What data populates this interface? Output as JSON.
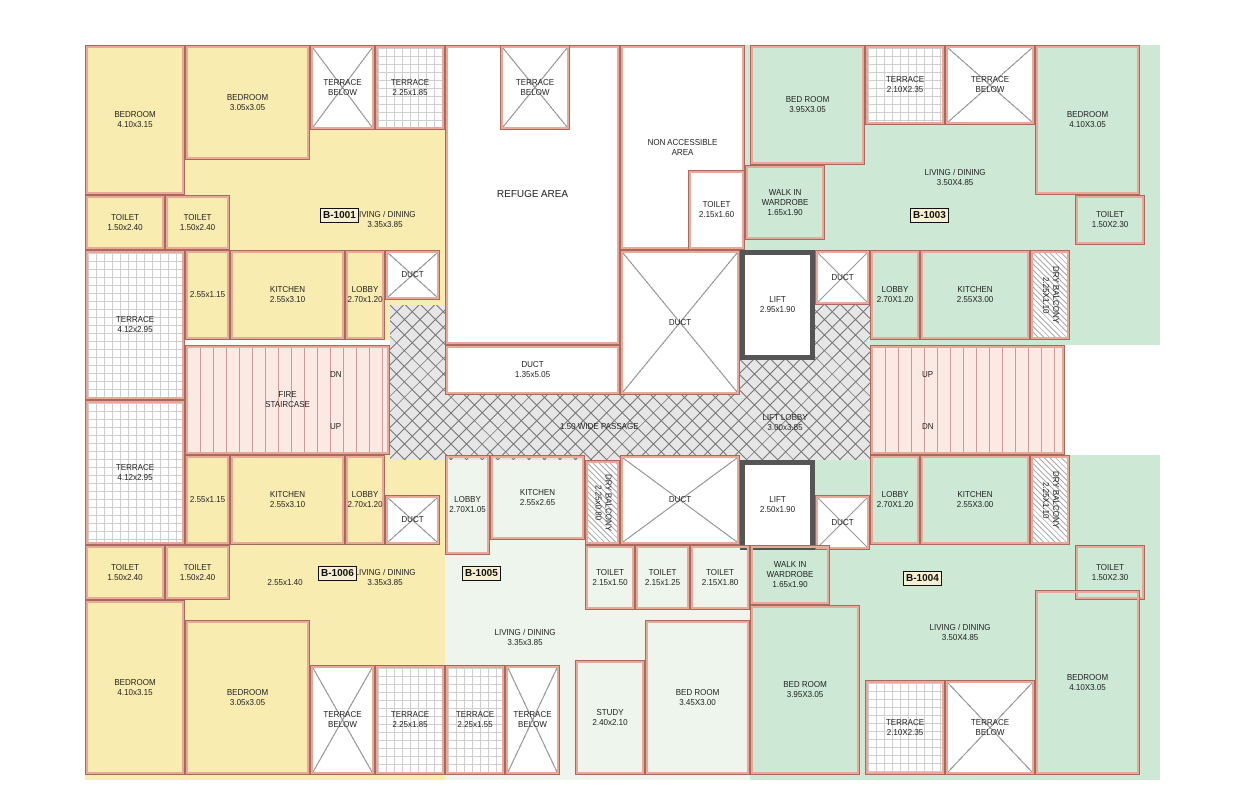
{
  "colors": {
    "unit_a": "#f9ecb0",
    "unit_b": "#cde8d4",
    "unit_c": "#eef5ec",
    "wall": "#eaa898",
    "glazing": "#3ab0d0"
  },
  "units": {
    "b1001": "B-1001",
    "b1003": "B-1003",
    "b1006": "B-1006",
    "b1005": "B-1005",
    "b1004": "B-1004"
  },
  "rooms": {
    "bed1": {
      "name": "BEDROOM",
      "dim": "4.10x3.15"
    },
    "bed2": {
      "name": "BEDROOM",
      "dim": "3.05x3.05"
    },
    "tb1": {
      "name": "TERRACE\nBELOW",
      "dim": ""
    },
    "t1": {
      "name": "TERRACE",
      "dim": "2.25x1.85"
    },
    "living1": {
      "name": "LIVING / DINING",
      "dim": "3.35x3.85"
    },
    "toilet1a": {
      "name": "TOILET",
      "dim": "1.50x2.40"
    },
    "toilet1b": {
      "name": "TOILET",
      "dim": "1.50x2.40"
    },
    "kitchen1": {
      "name": "KITCHEN",
      "dim": "2.55x3.10"
    },
    "pass1": {
      "name": "",
      "dim": "2.55x1.15"
    },
    "lobby1": {
      "name": "LOBBY",
      "dim": "2.70x1.20"
    },
    "duct1": {
      "name": "DUCT",
      "dim": ""
    },
    "terrL1": {
      "name": "TERRACE",
      "dim": "4.12x2.95"
    },
    "terrL2": {
      "name": "TERRACE",
      "dim": "4.12x2.95"
    },
    "stairL": {
      "name": "FIRE\nSTAIRCASE",
      "dim": ""
    },
    "refuge": {
      "name": "REFUGE AREA",
      "dim": ""
    },
    "tbC": {
      "name": "TERRACE\nBELOW",
      "dim": ""
    },
    "nonacc": {
      "name": "NON ACCESSIBLE\nAREA",
      "dim": ""
    },
    "ductC1": {
      "name": "DUCT",
      "dim": ""
    },
    "ductC2": {
      "name": "DUCT",
      "dim": "1.35x5.05"
    },
    "passage": {
      "name": "1.50 WIDE PASSAGE",
      "dim": ""
    },
    "liftlobby": {
      "name": "LIFT LOBBY",
      "dim": "3.00x3.85"
    },
    "lift1": {
      "name": "LIFT",
      "dim": "2.95x1.90"
    },
    "lift2": {
      "name": "LIFT",
      "dim": "2.50x1.90"
    },
    "duct3": {
      "name": "DUCT",
      "dim": ""
    },
    "duct4": {
      "name": "DUCT",
      "dim": ""
    },
    "stairR": {
      "name": "",
      "dim": ""
    },
    "bedR1": {
      "name": "BED ROOM",
      "dim": "3.95X3.05"
    },
    "t3": {
      "name": "TERRACE",
      "dim": "2.10X2.35"
    },
    "tb3": {
      "name": "TERRACE\nBELOW",
      "dim": ""
    },
    "bedR2": {
      "name": "BEDROOM",
      "dim": "4.10X3.05"
    },
    "living3": {
      "name": "LIVING / DINING",
      "dim": "3.50X4.85"
    },
    "wardrobe3": {
      "name": "WALK IN\nWARDROBE",
      "dim": "1.65x1.90"
    },
    "toilet3a": {
      "name": "TOILET",
      "dim": "2.15x1.60"
    },
    "toilet3b": {
      "name": "TOILET",
      "dim": "1.50X2.30"
    },
    "lobby3": {
      "name": "LOBBY",
      "dim": "2.70X1.20"
    },
    "kitchen3": {
      "name": "KITCHEN",
      "dim": "2.55X3.00"
    },
    "dry3": {
      "name": "DRY BALCONY",
      "dim": "2.25X1.10"
    },
    "kitchen6": {
      "name": "KITCHEN",
      "dim": "2.55x3.10"
    },
    "pass6": {
      "name": "",
      "dim": "2.55x1.15"
    },
    "lobby6": {
      "name": "LOBBY",
      "dim": "2.70x1.20"
    },
    "duct6": {
      "name": "DUCT",
      "dim": ""
    },
    "toilet6a": {
      "name": "TOILET",
      "dim": "1.50x2.40"
    },
    "toilet6b": {
      "name": "TOILET",
      "dim": "1.50x2.40"
    },
    "small6": {
      "name": "",
      "dim": "2.55x1.40"
    },
    "living6": {
      "name": "LIVING / DINING",
      "dim": "3.35x3.85"
    },
    "bed6a": {
      "name": "BEDROOM",
      "dim": "4.10x3.15"
    },
    "bed6b": {
      "name": "BEDROOM",
      "dim": "3.05x3.05"
    },
    "tb6": {
      "name": "TERRACE\nBELOW",
      "dim": ""
    },
    "t6": {
      "name": "TERRACE",
      "dim": "2.25x1.85"
    },
    "lobby5": {
      "name": "LOBBY",
      "dim": "2.70X1.05"
    },
    "kitchen5": {
      "name": "KITCHEN",
      "dim": "2.55x2.65"
    },
    "dry5": {
      "name": "DRY BALCONY",
      "dim": "2.25x0.80"
    },
    "ductC3": {
      "name": "DUCT",
      "dim": ""
    },
    "toilet5a": {
      "name": "TOILET",
      "dim": "2.15x1.50"
    },
    "toilet5b": {
      "name": "TOILET",
      "dim": "2.15x1.25"
    },
    "living5": {
      "name": "LIVING / DINING",
      "dim": "3.35x3.85"
    },
    "study5": {
      "name": "STUDY",
      "dim": "2.40x2.10"
    },
    "bed5": {
      "name": "BED ROOM",
      "dim": "3.45X3.00"
    },
    "t5": {
      "name": "TERRACE",
      "dim": "2.25x1.55"
    },
    "tb5": {
      "name": "TERRACE\nBELOW",
      "dim": ""
    },
    "toilet4a": {
      "name": "TOILET",
      "dim": "2.15X1.80"
    },
    "wardrobe4": {
      "name": "WALK IN\nWARDROBE",
      "dim": "1.65x1.90"
    },
    "bed4a": {
      "name": "BED ROOM",
      "dim": "3.95X3.05"
    },
    "living4": {
      "name": "LIVING / DINING",
      "dim": "3.50X4.85"
    },
    "kitchen4": {
      "name": "KITCHEN",
      "dim": "2.55X3.00"
    },
    "lobby4": {
      "name": "LOBBY",
      "dim": "2.70X1.20"
    },
    "dry4": {
      "name": "DRY BALCONY",
      "dim": "2.25X1.10"
    },
    "toilet4b": {
      "name": "TOILET",
      "dim": "1.50X2.30"
    },
    "bed4b": {
      "name": "BEDROOM",
      "dim": "4.10X3.05"
    },
    "t4": {
      "name": "TERRACE",
      "dim": "2.10X2.35"
    },
    "tb4": {
      "name": "TERRACE\nBELOW",
      "dim": ""
    }
  },
  "stair_marks": {
    "up": "UP",
    "dn": "DN"
  }
}
